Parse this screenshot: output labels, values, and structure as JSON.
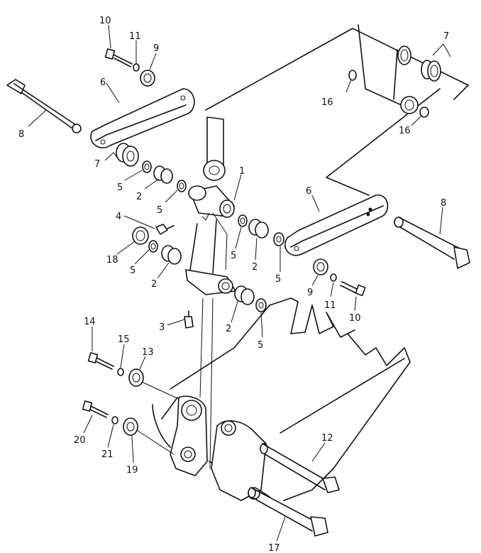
{
  "callouts": [
    {
      "id": "c-10a",
      "text": "10"
    },
    {
      "id": "c-11a",
      "text": "11"
    },
    {
      "id": "c-9a",
      "text": "9"
    },
    {
      "id": "c-7a",
      "text": "7"
    },
    {
      "id": "c-16a",
      "text": "16"
    },
    {
      "id": "c-16b",
      "text": "16"
    },
    {
      "id": "c-6a",
      "text": "6"
    },
    {
      "id": "c-8a",
      "text": "8"
    },
    {
      "id": "c-7b",
      "text": "7"
    },
    {
      "id": "c-5a",
      "text": "5"
    },
    {
      "id": "c-2a",
      "text": "2"
    },
    {
      "id": "c-5b",
      "text": "5"
    },
    {
      "id": "c-1",
      "text": "1"
    },
    {
      "id": "c-6b",
      "text": "6"
    },
    {
      "id": "c-8b",
      "text": "8"
    },
    {
      "id": "c-4",
      "text": "4"
    },
    {
      "id": "c-18",
      "text": "18"
    },
    {
      "id": "c-5c",
      "text": "5"
    },
    {
      "id": "c-2b",
      "text": "2"
    },
    {
      "id": "c-5d",
      "text": "5"
    },
    {
      "id": "c-2c",
      "text": "2"
    },
    {
      "id": "c-5e",
      "text": "5"
    },
    {
      "id": "c-9b",
      "text": "9"
    },
    {
      "id": "c-11b",
      "text": "11"
    },
    {
      "id": "c-10b",
      "text": "10"
    },
    {
      "id": "c-3",
      "text": "3"
    },
    {
      "id": "c-2d",
      "text": "2"
    },
    {
      "id": "c-5f",
      "text": "5"
    },
    {
      "id": "c-14",
      "text": "14"
    },
    {
      "id": "c-15",
      "text": "15"
    },
    {
      "id": "c-13",
      "text": "13"
    },
    {
      "id": "c-20",
      "text": "20"
    },
    {
      "id": "c-21",
      "text": "21"
    },
    {
      "id": "c-19",
      "text": "19"
    },
    {
      "id": "c-12",
      "text": "12"
    },
    {
      "id": "c-17",
      "text": "17"
    }
  ]
}
